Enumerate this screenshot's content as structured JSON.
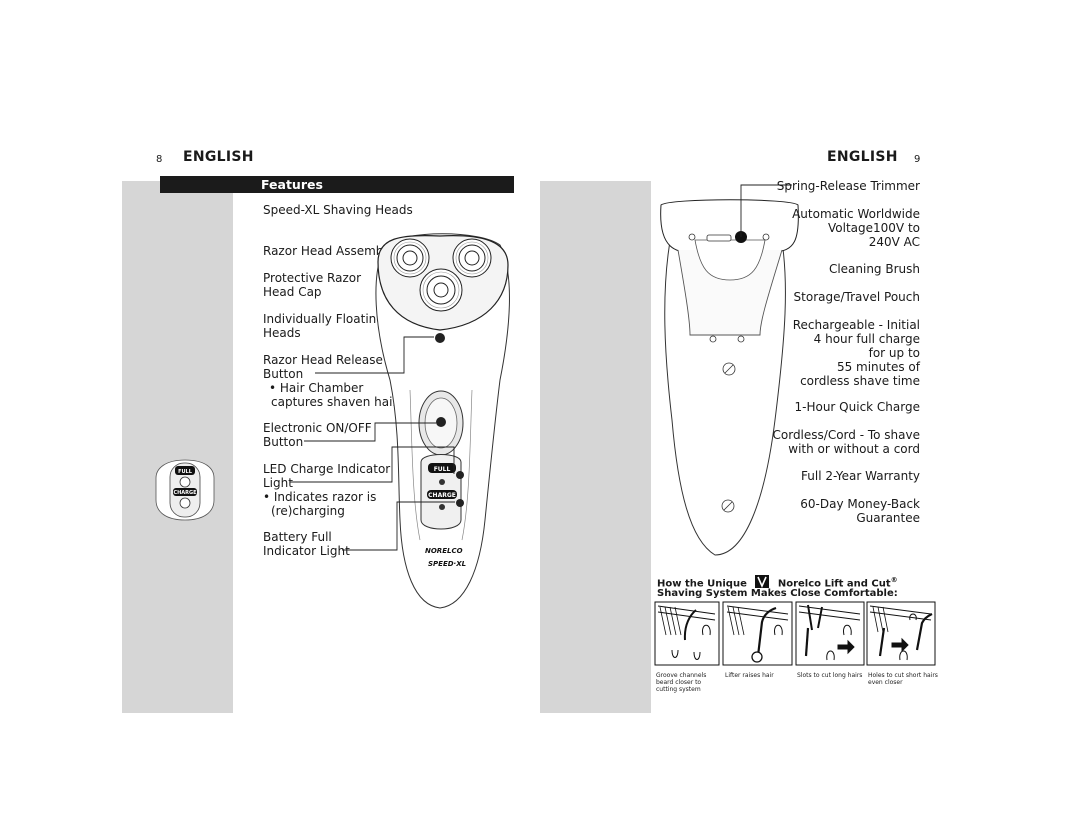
{
  "left_page": {
    "page_number": "8",
    "header": "ENGLISH",
    "section_title": "Features",
    "labels": [
      {
        "lines": [
          "Speed-XL Shaving Heads"
        ]
      },
      {
        "lines": [
          "Razor Head Assembly"
        ]
      },
      {
        "lines": [
          "Protective Razor",
          "Head Cap"
        ]
      },
      {
        "lines": [
          "Individually Floating",
          "Heads"
        ]
      },
      {
        "lines": [
          "Razor Head Release",
          "Button",
          "• Hair Chamber",
          "captures shaven hair"
        ]
      },
      {
        "lines": [
          "Electronic ON/OFF",
          "Button"
        ]
      },
      {
        "lines": [
          "LED Charge Indicator",
          "Light",
          "• Indicates razor is",
          "(re)charging"
        ]
      },
      {
        "lines": [
          "Battery Full",
          "Indicator Light"
        ]
      }
    ],
    "shaver": {
      "full_label": "FULL",
      "charge_label": "CHARGE",
      "brand": "NORELCO",
      "model": "SPEED-XL"
    }
  },
  "right_page": {
    "page_number": "9",
    "header": "ENGLISH",
    "labels": [
      {
        "lines": [
          "Spring-Release Trimmer"
        ]
      },
      {
        "lines": [
          "Automatic Worldwide",
          "Voltage100V to",
          "240V AC"
        ]
      },
      {
        "lines": [
          "Cleaning Brush"
        ]
      },
      {
        "lines": [
          "Storage/Travel Pouch"
        ]
      },
      {
        "lines": [
          "Rechargeable - Initial",
          "4 hour full charge",
          "for up to",
          "55 minutes of",
          "cordless shave time"
        ]
      },
      {
        "lines": [
          "1-Hour Quick Charge"
        ]
      },
      {
        "lines": [
          "Cordless/Cord - To shave",
          "with or without a cord"
        ]
      },
      {
        "lines": [
          "Full 2-Year Warranty"
        ]
      },
      {
        "lines": [
          "60-Day Money-Back",
          "Guarantee"
        ]
      }
    ],
    "how_line1_a": "How the Unique",
    "how_line1_b": "Norelco Lift and Cut",
    "how_reg": "®",
    "how_line2": "Shaving System Makes Close Comfortable:",
    "captions": [
      "Groove channels beard closer to cutting system",
      "Lifter raises hair",
      "Slots to cut long hairs",
      "Holes to cut short hairs even closer"
    ]
  }
}
